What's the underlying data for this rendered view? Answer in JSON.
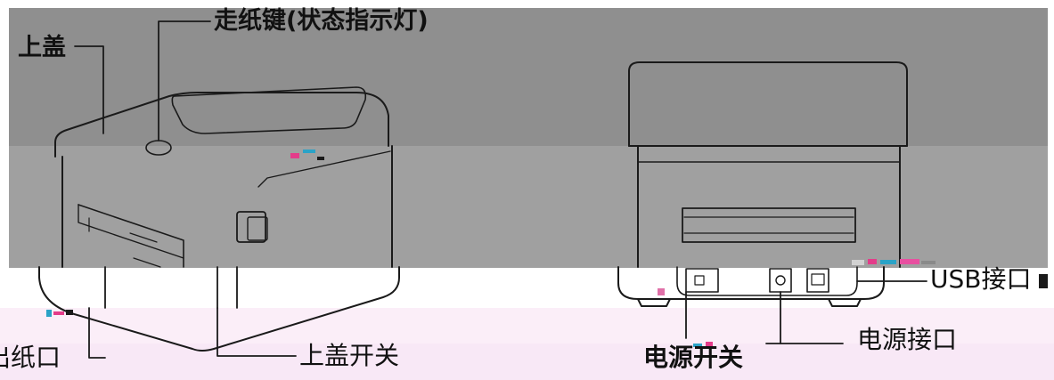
{
  "labels": {
    "top_cover": "上盖",
    "feed_key": "走纸键(状态指示灯)",
    "paper_outlet": "出纸口",
    "cover_switch": "上盖开关",
    "usb_port": "USB接口",
    "power_switch": "电源开关",
    "power_port": "电源接口"
  },
  "colors": {
    "upper_band": "#8f8f8f",
    "middle_band": "#9f9f9f",
    "lower_band": "#fdf4f9",
    "bottom_band": "#f7e6f5",
    "line": "#1a1a1a"
  }
}
